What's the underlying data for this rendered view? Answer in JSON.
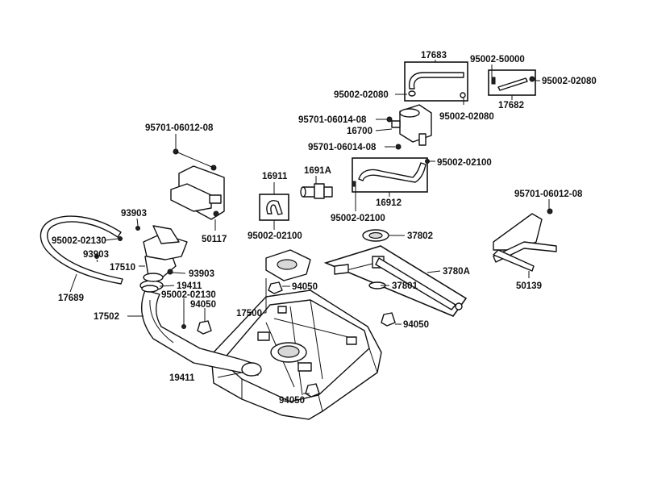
{
  "labels": {
    "p17683": "17683",
    "p95002_50000": "95002-50000",
    "p95002_02080_a": "95002-02080",
    "p95002_02080_b": "95002-02080",
    "p95002_02080_c": "95002-02080",
    "p17682": "17682",
    "p95701_06014_08_a": "95701-06014-08",
    "p16700": "16700",
    "p95701_06014_08_b": "95701-06014-08",
    "p95701_06012_08_a": "95701-06012-08",
    "p95002_02100_a": "95002-02100",
    "p16911": "16911",
    "p1691A": "1691A",
    "p16912": "16912",
    "p95002_02100_b": "95002-02100",
    "p95002_02100_c": "95002-02100",
    "p95701_06012_08_b": "95701-06012-08",
    "p93903_a": "93903",
    "p95002_02130_a": "95002-02130",
    "p93903_b": "93903",
    "p17510": "17510",
    "p93903_c": "93903",
    "p19411_a": "19411",
    "p95002_02130_b": "95002-02130",
    "p17689": "17689",
    "p94050_a": "94050",
    "p17502": "17502",
    "p50117": "50117",
    "p37802": "37802",
    "p3780A": "3780A",
    "p37801": "37801",
    "p94050_b": "94050",
    "p17500": "17500",
    "p94050_c": "94050",
    "p19411_b": "19411",
    "p94050_d": "94050",
    "p50139": "50139"
  }
}
